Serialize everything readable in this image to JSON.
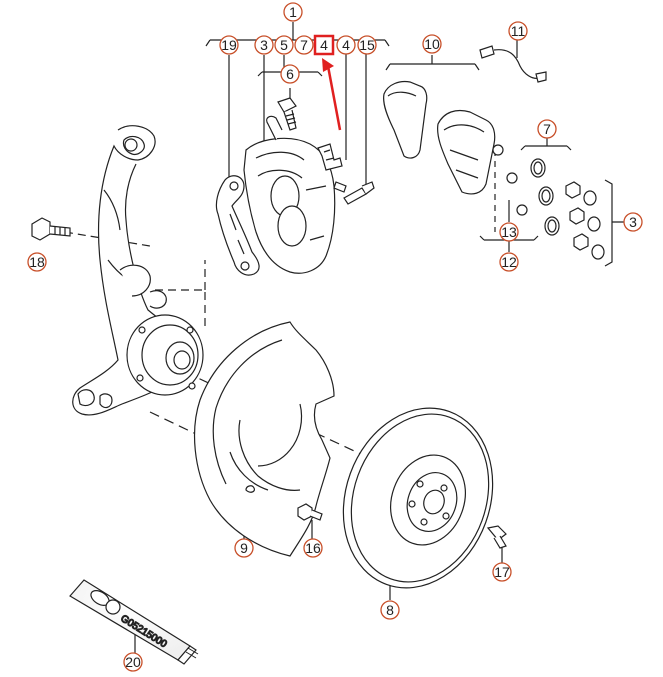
{
  "diagram": {
    "callout_color": "#c8502a",
    "highlight_color": "#e02020",
    "line_color": "#222222",
    "callouts": [
      {
        "id": "c1",
        "label": "1"
      },
      {
        "id": "c19",
        "label": "19"
      },
      {
        "id": "c3a",
        "label": "3"
      },
      {
        "id": "c5",
        "label": "5"
      },
      {
        "id": "c7a",
        "label": "7"
      },
      {
        "id": "c4hl",
        "label": "4",
        "highlighted": true
      },
      {
        "id": "c4",
        "label": "4"
      },
      {
        "id": "c15",
        "label": "15"
      },
      {
        "id": "c6",
        "label": "6"
      },
      {
        "id": "c10",
        "label": "10"
      },
      {
        "id": "c11",
        "label": "11"
      },
      {
        "id": "c7b",
        "label": "7"
      },
      {
        "id": "c3b",
        "label": "3"
      },
      {
        "id": "c13",
        "label": "13"
      },
      {
        "id": "c12",
        "label": "12"
      },
      {
        "id": "c18",
        "label": "18"
      },
      {
        "id": "c9",
        "label": "9"
      },
      {
        "id": "c16",
        "label": "16"
      },
      {
        "id": "c17",
        "label": "17"
      },
      {
        "id": "c8",
        "label": "8"
      },
      {
        "id": "c20",
        "label": "20"
      }
    ],
    "tube_part_number": "G05215000"
  }
}
